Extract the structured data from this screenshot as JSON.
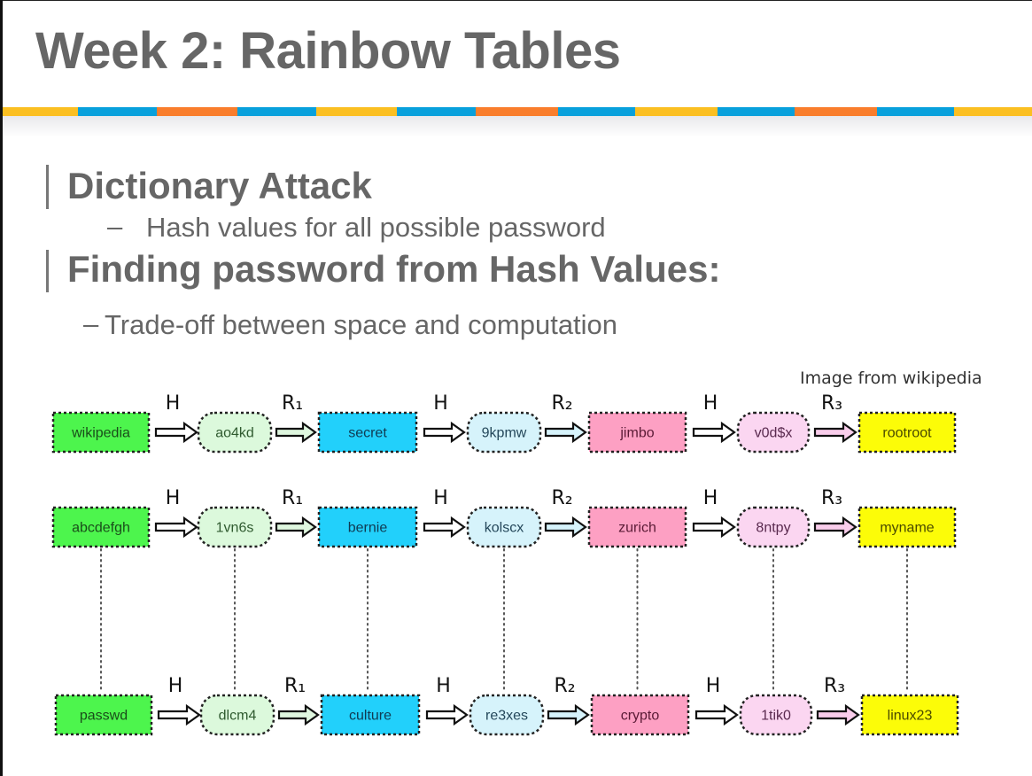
{
  "slide": {
    "title": "Week 2: Rainbow Tables",
    "stripe_colors": [
      "#fbbf22",
      "#08a0dc",
      "#f97d2c",
      "#08a0dc",
      "#fbbf22",
      "#08a0dc",
      "#f97d2c",
      "#08a0dc",
      "#fbbf22",
      "#08a0dc",
      "#f97d2c",
      "#08a0dc",
      "#fbbf22"
    ],
    "bullets": [
      {
        "level": 1,
        "text": "Dictionary Attack"
      },
      {
        "level": 2,
        "dash": "–",
        "text": "Hash values for all possible password"
      },
      {
        "level": 1,
        "text": "Finding password from Hash Values:"
      },
      {
        "level": 2,
        "dash": "–",
        "text": "Trade-off between space and computation"
      }
    ],
    "caption": "Image from wikipedia"
  },
  "diagram": {
    "operations": [
      "H",
      "R1",
      "H",
      "R2",
      "H",
      "R3"
    ],
    "operation_display": [
      "H",
      "R₁",
      "H",
      "R₂",
      "H",
      "R₃"
    ],
    "node_styles": [
      {
        "shape": "rect",
        "fill": "#4df54d",
        "text": "#1a4d1a"
      },
      {
        "shape": "pill",
        "fill": "#dcf9dc",
        "text": "#2f5a2f"
      },
      {
        "shape": "rect",
        "fill": "#22d0fb",
        "text": "#103a52"
      },
      {
        "shape": "pill",
        "fill": "#d6f3fb",
        "text": "#24475a"
      },
      {
        "shape": "rect",
        "fill": "#fda0c3",
        "text": "#5a1a35"
      },
      {
        "shape": "pill",
        "fill": "#fbd6f1",
        "text": "#5a2a4f"
      },
      {
        "shape": "rect",
        "fill": "#fcfc08",
        "text": "#4a4a00"
      }
    ],
    "arrow_fills": [
      "#ffffff",
      "#dff7df",
      "#ffffff",
      "#d6f3fb",
      "#ffffff",
      "#f9cdeb"
    ],
    "chains": [
      [
        "wikipedia",
        "ao4kd",
        "secret",
        "9kpmw",
        "jimbo",
        "v0d$x",
        "rootroot"
      ],
      [
        "abcdefgh",
        "1vn6s",
        "bernie",
        "kolscx",
        "zurich",
        "8ntpy",
        "myname"
      ],
      [
        "passwd",
        "dlcm4",
        "culture",
        "re3xes",
        "crypto",
        "1tik0",
        "linux23"
      ]
    ]
  }
}
